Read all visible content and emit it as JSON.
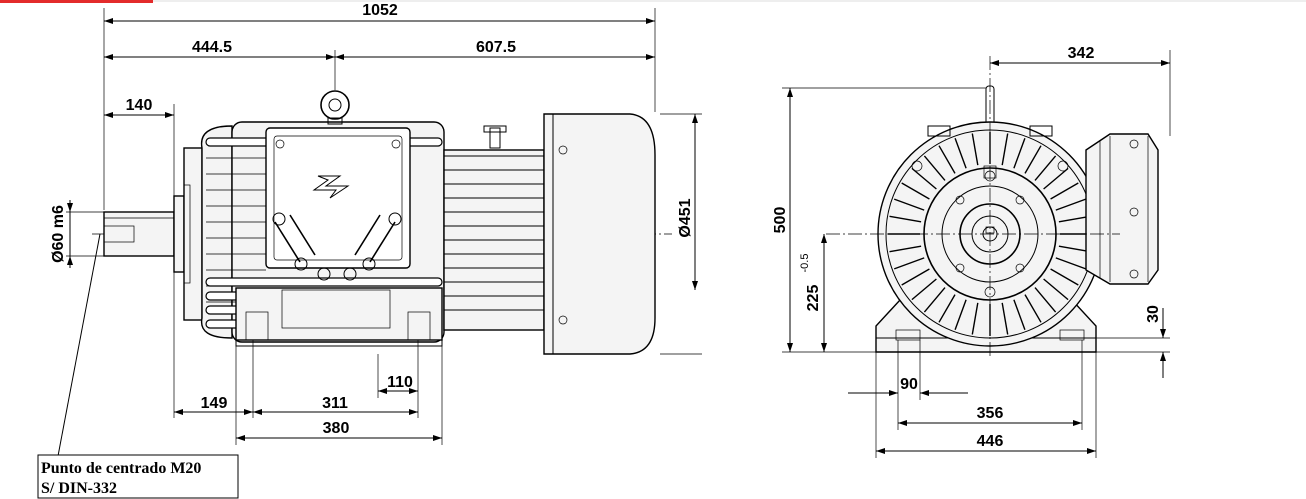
{
  "accent_color": "#e32b2b",
  "side_view": {
    "dim_overall_length": "1052",
    "dim_front_section": "444.5",
    "dim_rear_section": "607.5",
    "dim_shaft_extension": "140",
    "dim_shaft_diameter": "Ø60 m6",
    "dim_motor_diameter": "Ø451",
    "dim_flange_to_foot_hole": "149",
    "dim_foot_hole_spacing": "311",
    "dim_foot_length": "380",
    "dim_foot_pad": "110"
  },
  "end_view": {
    "dim_width_top": "342",
    "dim_total_height": "500",
    "dim_shaft_height": "225",
    "dim_shaft_height_tolerance": "-0.5",
    "dim_foot_thickness": "30",
    "dim_foot_slot": "90",
    "dim_foot_hole_spacing": "356",
    "dim_base_width": "446"
  },
  "note": {
    "line1": "Punto de centrado M20",
    "line2": "S/ DIN-332"
  }
}
